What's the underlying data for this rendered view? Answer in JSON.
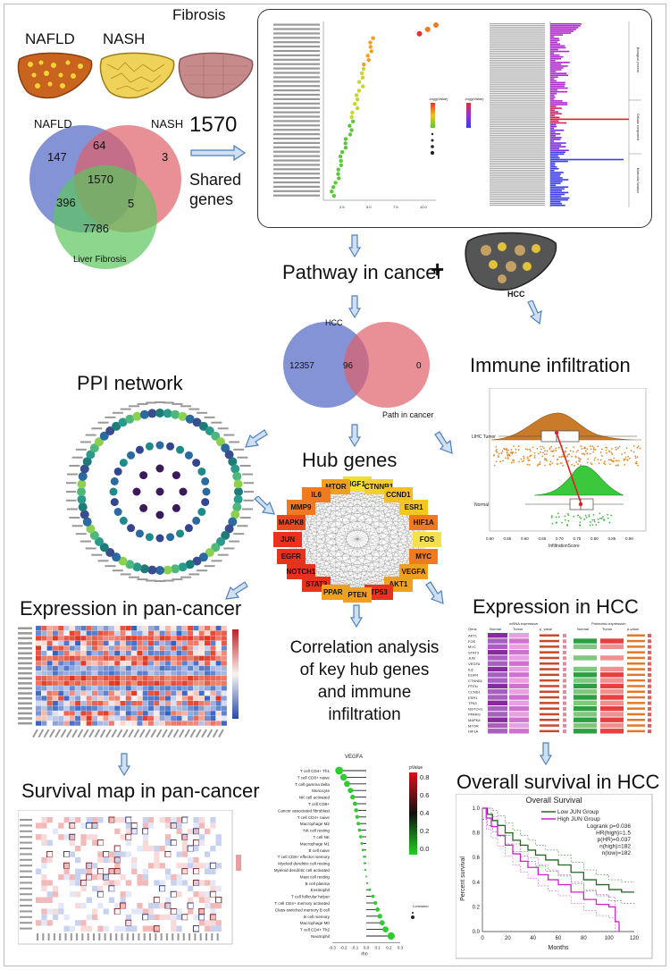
{
  "top": {
    "nafld": "NAFLD",
    "nash": "NASH",
    "fibrosis": "Fibrosis",
    "shared_count": "1570",
    "shared_label_1": "Shared",
    "shared_label_2": "genes"
  },
  "venn1": {
    "label_nafld": "NAFLD",
    "label_nash": "NASH",
    "label_fibrosis": "Liver Fibrosis",
    "n_nafld_only": "147",
    "n_nafld_nash": "64",
    "n_nash_only": "3",
    "n_center": "1570",
    "n_nafld_fib": "396",
    "n_nash_fib": "5",
    "n_fib_only": "7786"
  },
  "enrichment": {
    "legend_title": "-log(pValue)",
    "axis_labels": [
      "2.5",
      "5.0",
      "7.5",
      "10.0"
    ],
    "side_labels": [
      "Biological process",
      "Cellular component",
      "Molecular function"
    ]
  },
  "cancer": {
    "pathway_title": "Pathway in cancer",
    "plus": "+",
    "hcc_label": "HCC"
  },
  "venn2": {
    "label_hcc": "HCC",
    "label_path": "Path in cancer",
    "n_hcc": "12357",
    "n_overlap": "96",
    "n_path": "0"
  },
  "ppi": {
    "title": "PPI network"
  },
  "hub": {
    "title": "Hub genes",
    "genes": [
      "IGF1",
      "MTOR",
      "CTNNB1",
      "IL6",
      "CCND1",
      "MMP9",
      "ESR1",
      "MAPK8",
      "HIF1A",
      "JUN",
      "FOS",
      "EGFR",
      "MYC",
      "NOTCH1",
      "VEGFA",
      "STAT3",
      "AKT1",
      "PPARG",
      "TP53",
      "PTEN"
    ]
  },
  "immune": {
    "title": "Immune infiltration",
    "tumor_label": "LIHC Tumor",
    "normal_label": "Normal",
    "xlabel": "InfiltrationScore",
    "ticks": [
      "0.50",
      "0.55",
      "0.60",
      "0.65",
      "0.70",
      "0.75",
      "0.80",
      "0.85",
      "0.90"
    ]
  },
  "pan": {
    "expr_title": "Expression in pan-cancer",
    "surv_title": "Survival map in pan-cancer"
  },
  "correlation": {
    "title_line1": "Correlation analysis",
    "title_line2": "of key hub genes",
    "title_line3": "and immune",
    "title_line4": "infiltration",
    "plot_title": "VEGFA",
    "legend_title": "pValue",
    "legend_ticks": [
      "0.8",
      "0.6",
      "0.4",
      "0.2",
      "0.0"
    ],
    "cor_title": "Correlation",
    "xlabel": "rho",
    "x_ticks": [
      "-0.3",
      "-0.2",
      "-0.1",
      "0.0",
      "0.1",
      "0.2",
      "0.3"
    ],
    "cells": [
      "T cell CD4+ Th1",
      "T cell CD8+ naive",
      "T cell gamma delta",
      "Monocyte",
      "NK cell activated",
      "T cell CD8+",
      "Cancer associated fibroblast",
      "T cell CD4+ naive",
      "Macrophage M2",
      "NK cell resting",
      "T cell NK",
      "Macrophage M1",
      "B cell naive",
      "T cell CD8+ effector memory",
      "Myeloid dendritic cell resting",
      "Myeloid dendritic cell activated",
      "Mast cell resting",
      "B cell plasma",
      "Eosinophil",
      "T cell follicular helper",
      "T cell CD4+ memory activated",
      "Class-switched memory B cell",
      "B cell memory",
      "Macrophage M0",
      "T cell CD4+ Th2",
      "Neutrophil"
    ]
  },
  "hccexpr": {
    "title": "Expression in HCC",
    "col_gene": "Gene",
    "col_mrna": "mRNA expression",
    "col_normal": "Normal",
    "col_tumor": "Tumor",
    "col_p": "p_value",
    "col_prot": "Proteomic expression",
    "col_pn": "Normal",
    "col_pt": "Tumor",
    "col_pv": "p-value",
    "genes": [
      "AKT1",
      "FOS",
      "MYC",
      "STAT3",
      "JUN",
      "VEGFA",
      "IL6",
      "EGFR",
      "CTNNB1",
      "PTEN",
      "CCND1",
      "ESR1",
      "TP53",
      "NOTCH1",
      "PPARG",
      "MAPK8",
      "MTOR",
      "HIF1A"
    ]
  },
  "survival": {
    "title": "Overall survival in HCC",
    "plot_title": "Overall Survival",
    "legend_low": "Low JUN Group",
    "legend_high": "High JUN Group",
    "stats": [
      "Logrank p=0.036",
      "HR(high)=1.5",
      "p(HR)=0.037",
      "n(high)=182",
      "n(low)=182"
    ],
    "ylabel": "Percent survival",
    "xlabel": "Months",
    "x_ticks": [
      "0",
      "20",
      "40",
      "60",
      "80",
      "100",
      "120"
    ],
    "y_ticks": [
      "0.0",
      "0.2",
      "0.4",
      "0.6",
      "0.8",
      "1.0"
    ]
  },
  "colors": {
    "arrow": "#4f81bd",
    "venn_blue": "#5b6fc8",
    "venn_red": "#e0606a",
    "venn_green": "#5cc55c"
  }
}
